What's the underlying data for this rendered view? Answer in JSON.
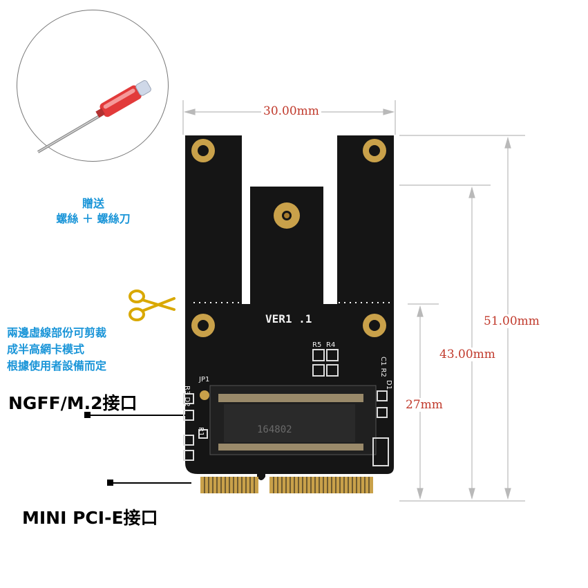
{
  "gift_caption": {
    "line1": "贈送",
    "line2": "螺絲 ＋ 螺絲刀"
  },
  "cut_note": {
    "line1": "兩邊虛線部份可剪裁",
    "line2": "成半高網卡模式",
    "line3": "根據使用者設備而定"
  },
  "labels": {
    "ngff": "NGFF/M.2接口",
    "minipcie": "MINI PCI-E接口"
  },
  "dimensions": {
    "width": "30.00mm",
    "full_height": "51.00mm",
    "half_height": "43.00mm",
    "slot_height": "27mm"
  },
  "board": {
    "version": "VER1 .1",
    "silk_r5": "R5",
    "silk_r4": "R4",
    "silk_c1r2": "C1 R2",
    "silk_r3d2": "R3 D2",
    "silk_jp1": "JP1",
    "silk_r1": "R1",
    "silk_d1": "D1",
    "connector_text": "164802"
  },
  "colors": {
    "accent_text": "#1a95d8",
    "dimension_text": "#c0392b",
    "pcb": "#141414",
    "gold": "#c9a14a"
  }
}
